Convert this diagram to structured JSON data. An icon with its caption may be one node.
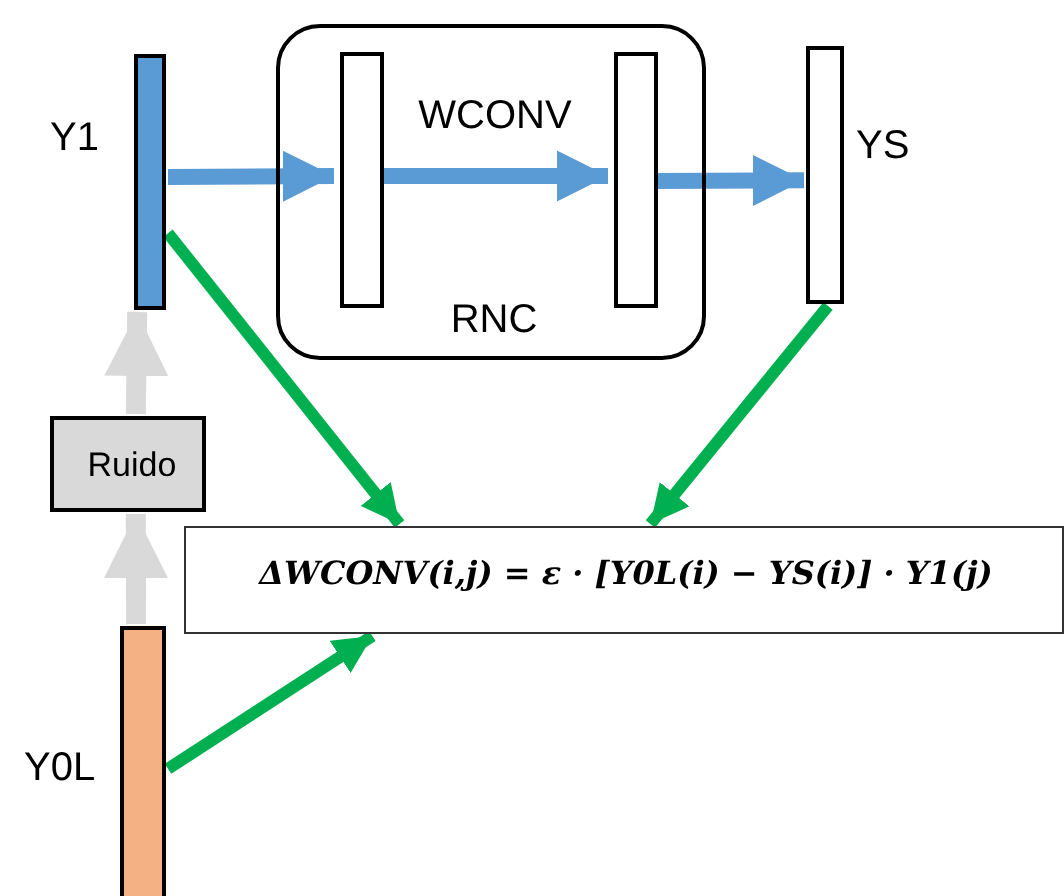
{
  "diagram": {
    "nodes": [
      {
        "text": [],
        "shape": "bar",
        "beside": [
          "Y1"
        ]
      },
      {
        "text": [
          "RNC"
        ]
      },
      {
        "text": [],
        "shape": "bar",
        "in": 1
      },
      {
        "text": [],
        "shape": "bar",
        "in": 1
      },
      {
        "text": [],
        "shape": "bar",
        "beside": [
          "YS"
        ]
      },
      {
        "text": [
          "Ruido"
        ]
      },
      {
        "text": [
          "ΔWCONV(i,j) = ε · [Y0L(i) − YS(i)] · Y1(j)"
        ]
      },
      {
        "text": [],
        "shape": "bar",
        "beside": [
          "Y0L"
        ]
      }
    ],
    "edges": [
      {
        "from": 0,
        "to": 2,
        "arrow": "to",
        "color": "#5b9bd5"
      },
      {
        "from": 2,
        "to": 3,
        "arrow": "to",
        "label": "WCONV",
        "color": "#5b9bd5"
      },
      {
        "from": 3,
        "to": 4,
        "arrow": "to",
        "color": "#5b9bd5"
      },
      {
        "from": 0,
        "to": 6,
        "arrow": "to",
        "color": "#00b050"
      },
      {
        "from": 4,
        "to": 6,
        "arrow": "to",
        "color": "#00b050"
      },
      {
        "from": 7,
        "to": 6,
        "arrow": "to",
        "color": "#00b050"
      },
      {
        "from": 7,
        "to": 5,
        "arrow": "to",
        "color": "#d9d9d9"
      },
      {
        "from": 5,
        "to": 0,
        "arrow": "to",
        "color": "#d9d9d9"
      }
    ]
  }
}
